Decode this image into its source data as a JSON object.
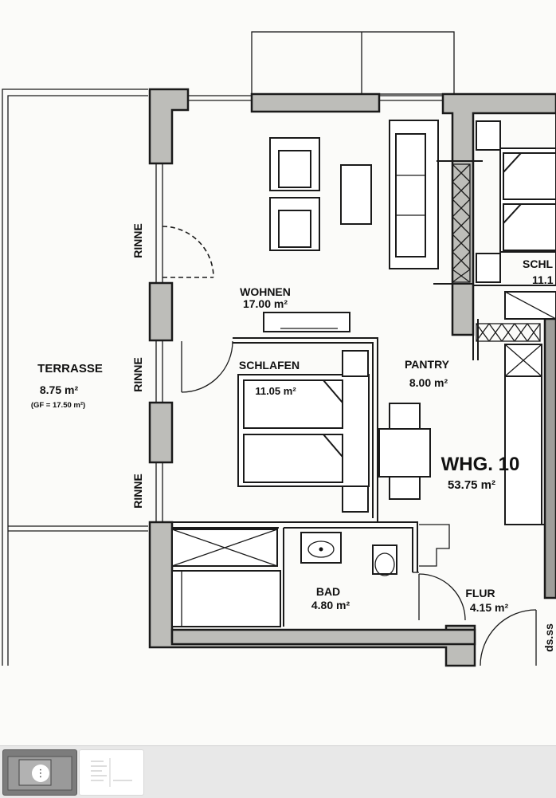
{
  "rooms": {
    "terrasse": {
      "name": "TERRASSE",
      "area": "8.75 m²",
      "note": "(GF = 17.50 m²)"
    },
    "wohnen": {
      "name": "WOHNEN",
      "area": "17.00 m²"
    },
    "schlafen": {
      "name": "SCHLAFEN",
      "area": "11.05 m²"
    },
    "pantry": {
      "name": "PANTRY",
      "area": "8.00 m²"
    },
    "bad": {
      "name": "BAD",
      "area": "4.80 m²"
    },
    "flur": {
      "name": "FLUR",
      "area": "4.15 m²"
    },
    "schlafen_right": {
      "name": "SCHL",
      "area": "11.1"
    }
  },
  "unit": {
    "name": "WHG. 10",
    "area": "53.75 m²"
  },
  "rinne_label": "RINNE",
  "partial_label": "ds.ss",
  "filmstrip": {
    "more_icon": "⋮"
  }
}
